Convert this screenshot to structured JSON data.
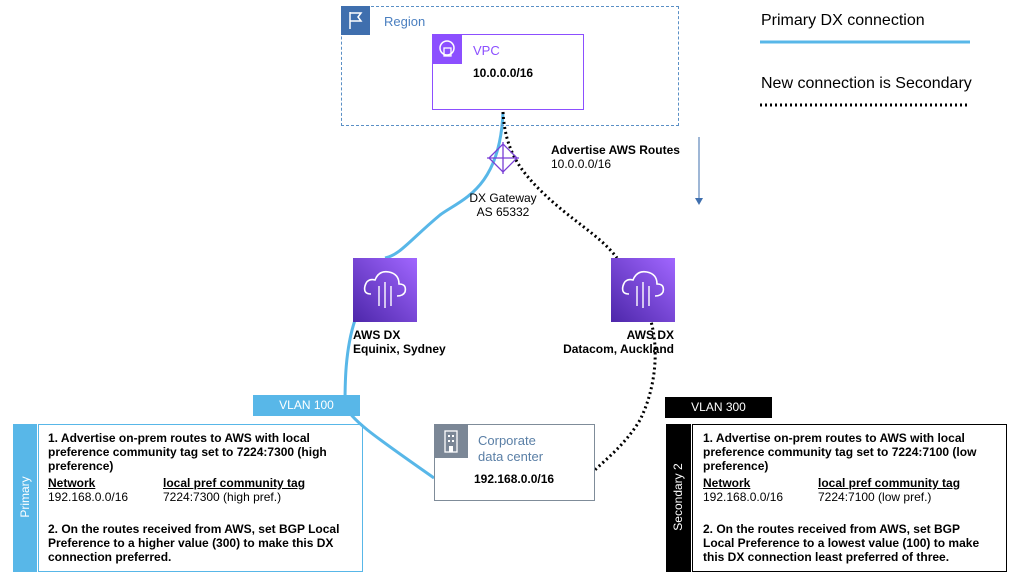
{
  "legend": {
    "primary_label": "Primary DX connection",
    "secondary_label": "New connection is Secondary"
  },
  "region": {
    "label": "Region",
    "icon": "flag-icon"
  },
  "vpc": {
    "label": "VPC",
    "cidr": "10.0.0.0/16",
    "icon": "vpc-lock-icon"
  },
  "advertise": {
    "title": "Advertise AWS Routes",
    "cidr": "10.0.0.0/16"
  },
  "dx_gateway": {
    "line1": "DX Gateway",
    "line2": "AS 65332",
    "icon": "direct-connect-gateway-icon"
  },
  "dx_sydney": {
    "line1": "AWS DX",
    "line2": "Equinix, Sydney",
    "icon": "direct-connect-icon"
  },
  "dx_auckland": {
    "line1": "AWS DX",
    "line2": "Datacom, Auckland",
    "icon": "direct-connect-icon"
  },
  "vlan100": "VLAN 100",
  "vlan300": "VLAN 300",
  "corporate": {
    "line1": "Corporate",
    "line2": "data center",
    "cidr": "192.168.0.0/16",
    "icon": "building-icon"
  },
  "primary": {
    "tag": "Primary",
    "step1_a": "1. Advertise on-prem routes to AWS with local",
    "step1_b": "preference community tag set to 7224:7300 (high",
    "step1_c": "preference)",
    "col_network": "Network",
    "col_tag": "local pref community tag",
    "network": "192.168.0.0/16",
    "tag_value": "7224:7300 (high pref.)",
    "step2_a": "2. On the routes received from AWS, set BGP Local",
    "step2_b": "Preference to a higher value (300) to make this DX",
    "step2_c": "connection preferred."
  },
  "secondary": {
    "tag": "Secondary 2",
    "step1_a": "1. Advertise on-prem routes to AWS with local",
    "step1_b": "preference community tag set to 7224:7100 (low",
    "step1_c": "preference)",
    "col_network": "Network",
    "col_tag": "local pref community tag",
    "network": "192.168.0.0/16",
    "tag_value": "7224:7100 (low pref.)",
    "step2_a": "2. On the routes received from AWS, set BGP",
    "step2_b": "Local Preference to a lowest value (100) to make",
    "step2_c": "this DX connection least preferred of three."
  },
  "colors": {
    "primary": "#58b7e8",
    "secondary": "#000000",
    "vpc": "#8c4fff",
    "region": "#3f6fae"
  }
}
